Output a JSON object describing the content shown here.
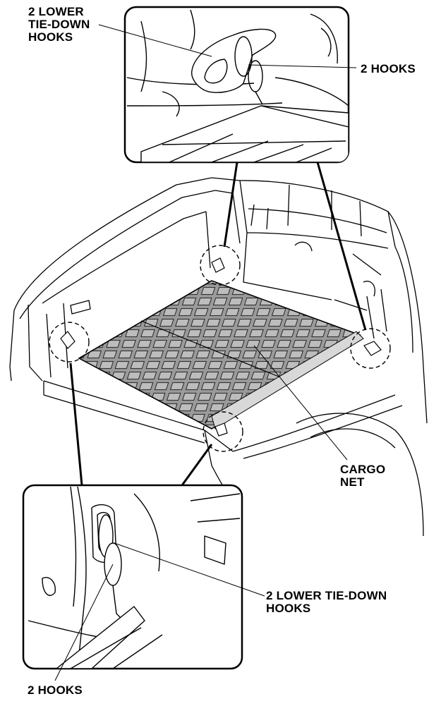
{
  "callouts": {
    "top_tie_down": "2 LOWER\nTIE-DOWN\nHOOKS",
    "top_hooks": "2 HOOKS",
    "cargo_net": "CARGO\nNET",
    "bottom_tie_down": "2 LOWER TIE-DOWN\nHOOKS",
    "bottom_hooks": "2 HOOKS"
  },
  "colors": {
    "line": "#000000",
    "net_fill": "#9a9a9a",
    "net_cell": "#bdbdbd",
    "background": "#ffffff"
  }
}
